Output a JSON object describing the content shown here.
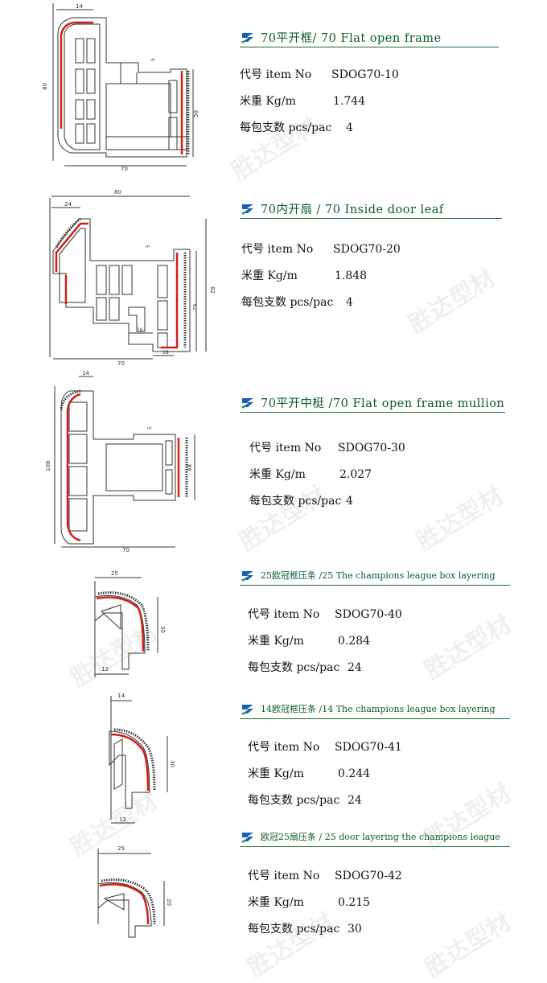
{
  "products": [
    {
      "title": "70平开框/ 70 Flat open frame",
      "code_label": "代号  item No",
      "code": "SDOG70-10",
      "weight_label": "米重  Kg/m",
      "weight": "1.744",
      "pack_label": "每包支数 pcs/pac",
      "pack": "4",
      "dims": [
        "14",
        "80",
        "70",
        "50",
        "5"
      ]
    },
    {
      "title": "70内开扇 / 70 Inside door leaf",
      "code_label": "代号  item No",
      "code": "SDOG70-20",
      "weight_label": "米重  Kg/m",
      "weight": "1.848",
      "pack_label": "每包支数 pcs/pac",
      "pack": "4",
      "dims": [
        "80",
        "24",
        "82",
        "62",
        "16",
        "70",
        "18",
        "5"
      ]
    },
    {
      "title": "70平开中梃 /70 Flat open frame mullion",
      "code_label": "代号  item No",
      "code": "SDOG70-30",
      "weight_label": "米重  Kg/m",
      "weight": "2.027",
      "pack_label": "每包支数 pcs/pac",
      "pack": "4",
      "dims": [
        "14",
        "108",
        "70",
        "48",
        "5"
      ]
    },
    {
      "title": "25欧冠框压条 /25 The champions league box layering",
      "code_label": "代号  item No",
      "code": "SDOG70-40",
      "weight_label": "米重  Kg/m",
      "weight": "0.284",
      "pack_label": "每包支数 pcs/pac",
      "pack": "24",
      "dims": [
        "25",
        "30",
        "12"
      ]
    },
    {
      "title": "14欧冠框压条 /14 The champions league box layering",
      "code_label": "代号  item No",
      "code": "SDOG70-41",
      "weight_label": "米重  Kg/m",
      "weight": "0.244",
      "pack_label": "每包支数 pcs/pac",
      "pack": "24",
      "dims": [
        "14",
        "30",
        "12"
      ]
    },
    {
      "title": "欧冠25扇压条 / 25 door layering the champions league",
      "code_label": "代号  item No",
      "code": "SDOG70-42",
      "weight_label": "米重  Kg/m",
      "weight": "0.215",
      "pack_label": "每包支数 pcs/pac",
      "pack": "30",
      "dims": [
        "25",
        "20"
      ]
    }
  ],
  "watermark": "胜达型材",
  "colors": {
    "title_green": "#0a5a2a",
    "rule_green": "#1b6b3a",
    "seal_red": "#d0201a",
    "logo_blue": "#1a5fb4",
    "logo_green": "#1f9e3a"
  }
}
